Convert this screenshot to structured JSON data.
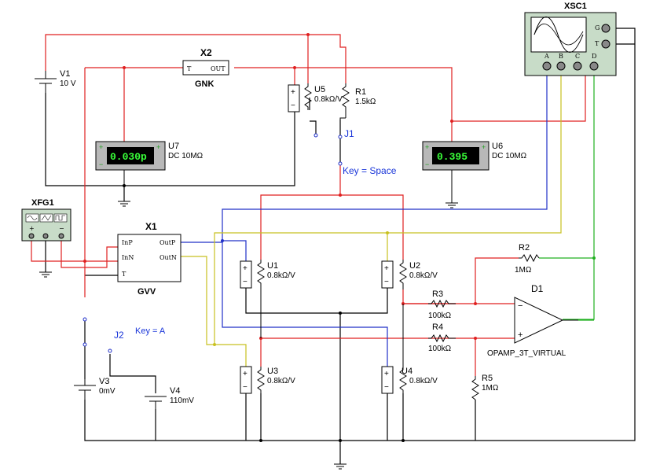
{
  "components": {
    "v1": {
      "ref": "V1",
      "value": "10 V"
    },
    "v3": {
      "ref": "V3",
      "value": "0mV"
    },
    "v4": {
      "ref": "V4",
      "value": "110mV"
    },
    "x2": {
      "ref": "X2",
      "pin_t": "T",
      "pin_out": "OUT",
      "name": "GNK"
    },
    "x1": {
      "ref": "X1",
      "pin_inp": "InP",
      "pin_inn": "InN",
      "pin_t": "T",
      "pin_outp": "OutP",
      "pin_outn": "OutN",
      "name": "GVV"
    },
    "u5": {
      "ref": "U5",
      "value": "0.8kΩ/V"
    },
    "r1": {
      "ref": "R1",
      "value": "1.5kΩ"
    },
    "j1": {
      "ref": "J1",
      "key": "Key = Space"
    },
    "j2": {
      "ref": "J2",
      "key": "Key = A"
    },
    "u7": {
      "ref": "U7",
      "reading": "0.030p",
      "mode": "DC  10MΩ"
    },
    "u6": {
      "ref": "U6",
      "reading": "0.395",
      "mode": "DC  10MΩ"
    },
    "xsc1": {
      "ref": "XSC1",
      "pin_g": "G",
      "pin_t": "T",
      "pin_a": "A",
      "pin_b": "B",
      "pin_c": "C",
      "pin_d": "D"
    },
    "xfg1": {
      "ref": "XFG1",
      "pin_plus": "+",
      "pin_com": "",
      "pin_minus": "−"
    },
    "u1": {
      "ref": "U1",
      "value": "0.8kΩ/V"
    },
    "u2": {
      "ref": "U2",
      "value": "0.8kΩ/V"
    },
    "u3": {
      "ref": "U3",
      "value": "0.8kΩ/V"
    },
    "u4": {
      "ref": "U4",
      "value": "0.8kΩ/V"
    },
    "r2": {
      "ref": "R2",
      "value": "1MΩ"
    },
    "r3": {
      "ref": "R3",
      "value": "100kΩ"
    },
    "r4": {
      "ref": "R4",
      "value": "100kΩ"
    },
    "r5": {
      "ref": "R5",
      "value": "1MΩ"
    },
    "d1": {
      "ref": "D1",
      "model": "OPAMP_3T_VIRTUAL",
      "minus": "−",
      "plus": "+"
    },
    "meter_sign": {
      "plus": "+",
      "minus": "−"
    }
  },
  "colors": {
    "wire_red": "#e02020",
    "wire_blue": "#2030c8",
    "wire_yellow": "#c8c020",
    "wire_green": "#20b020",
    "lcd_bg": "#000000",
    "lcd_text": "#39ff39",
    "meter_body": "#b8b8b8",
    "instrument_body": "#c8dcc8"
  }
}
